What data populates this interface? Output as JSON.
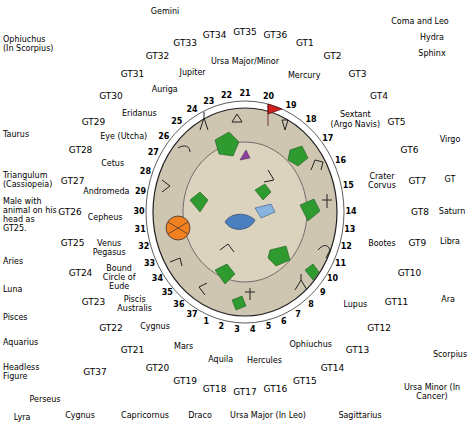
{
  "diagram": {
    "labels": [
      "Gemini",
      "Ophiuchus (In Scorpius)",
      "Coma and Leo",
      "Hydra",
      "Sphinx",
      "Taurus",
      "Virgo",
      "Triangulum (Cassiopeia)",
      "Male with animal on his head as GT25.",
      "GT",
      "Saturn",
      "Libra",
      "Aries",
      "Luna",
      "Ara",
      "Pisces",
      "Aquarius",
      "Scorpius",
      "Headless Figure",
      "Perseus",
      "Ursa Minor (In Cancer)",
      "Lyra",
      "Cygnus",
      "Capricornus",
      "Draco",
      "Ursa Major (In Leo)",
      "Sagittarius",
      "GT1",
      "GT2",
      "GT3",
      "GT4",
      "GT5",
      "GT6",
      "GT7",
      "GT8",
      "GT9",
      "GT10",
      "GT11",
      "GT12",
      "GT13",
      "GT14",
      "GT15",
      "GT16",
      "GT17",
      "GT18",
      "GT19",
      "GT20",
      "GT21",
      "GT22",
      "GT23",
      "GT24",
      "GT25",
      "GT26",
      "GT27",
      "GT28",
      "GT29",
      "GT30",
      "GT31",
      "GT32",
      "GT33",
      "GT34",
      "GT35",
      "GT36",
      "GT37",
      "Jupiter",
      "Auriga",
      "Ursa Major/Minor",
      "Mercury",
      "Sextant (Argo Navis)",
      "Eridanus",
      "Crater Corvus",
      "Eye (Utcha)",
      "Cetus",
      "Bootes",
      "Andromeda",
      "Cepheus",
      "Lupus",
      "Venus Pegasus",
      "Bound Circle of Eude",
      "Piscis Australis",
      "Ophiuchus",
      "Hercules",
      "Cygnus",
      "Mars",
      "Aquila",
      "1",
      "2",
      "3",
      "4",
      "5",
      "6",
      "7",
      "8",
      "9",
      "10",
      "11",
      "12",
      "13",
      "14",
      "15",
      "16",
      "17",
      "18",
      "19",
      "20",
      "21",
      "22",
      "23",
      "24",
      "25",
      "26",
      "27",
      "28",
      "29",
      "30",
      "31",
      "32",
      "33",
      "34",
      "35",
      "36",
      "37"
    ]
  }
}
